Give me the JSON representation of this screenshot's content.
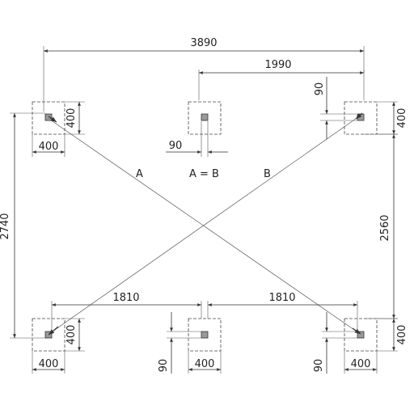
{
  "dimensions": {
    "overall_width": "3890",
    "half_width": "1990",
    "post_offset_top_right": "90",
    "post_offset_top_center": "90",
    "pad_size_top_left_h": "400",
    "pad_size_top_left_v": "400",
    "pad_size_top_right_v": "400",
    "left_height": "2740",
    "right_height": "2560",
    "bottom_left_span": "1810",
    "bottom_right_span": "1810",
    "pad_size_bottom_left_h": "400",
    "pad_size_bottom_left_v": "400",
    "pad_size_bottom_center_h": "400",
    "post_offset_bottom_center": "90",
    "post_offset_bottom_right": "90",
    "pad_size_bottom_right_h": "400",
    "pad_size_bottom_right_v": "400"
  },
  "diagonals": {
    "a_label": "A",
    "b_label": "B",
    "equality": "A = B"
  }
}
